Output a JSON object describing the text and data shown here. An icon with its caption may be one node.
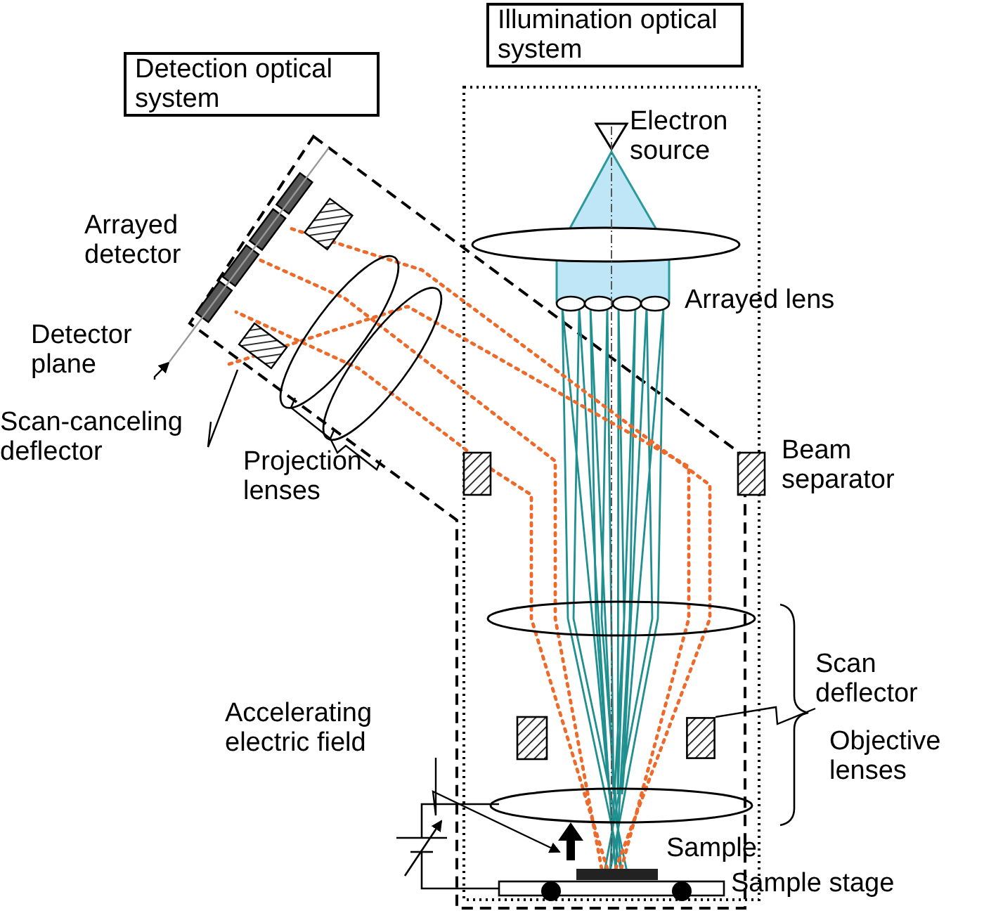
{
  "diagram": {
    "nodes": [
      {
        "text": [
          "Detection optical system"
        ]
      },
      {
        "text": [
          "Illumination optical system"
        ]
      },
      {
        "text": [
          "Detector plane"
        ]
      },
      {
        "text": [
          "Scan-canceling deflector"
        ]
      },
      {
        "text": [
          "Scan deflector"
        ]
      },
      {
        "text": [
          "Accelerating electric field"
        ]
      },
      {
        "text": [],
        "shape": "box"
      },
      {
        "text": [],
        "shape": "box"
      },
      {
        "text": [],
        "shape": "bar"
      }
    ],
    "edges": [
      {
        "from": 2,
        "to": 8,
        "arrow": "to"
      },
      {
        "from": 3,
        "to": 6,
        "arrow": "none"
      },
      {
        "from": 4,
        "to": 7,
        "arrow": "none"
      },
      {
        "from": 5,
        "to": null,
        "arrow": "to"
      }
    ],
    "labels": [
      "Arrayed detector",
      "Electron source",
      "Arrayed lens",
      "Projection lenses",
      "Beam separator",
      "Objective lenses",
      "Sample",
      "Sample stage"
    ]
  }
}
